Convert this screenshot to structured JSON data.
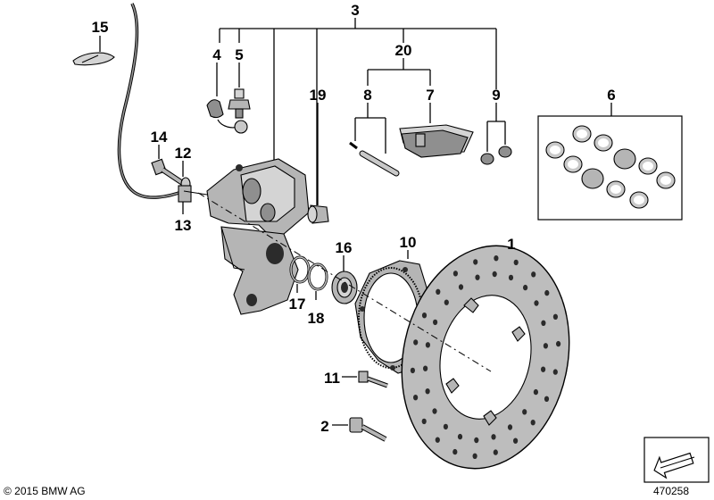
{
  "callouts": {
    "n1": "1",
    "n2": "2",
    "n3": "3",
    "n4": "4",
    "n5": "5",
    "n6": "6",
    "n7": "7",
    "n8": "8",
    "n9": "9",
    "n10": "10",
    "n11": "11",
    "n12": "12",
    "n13": "13",
    "n14": "14",
    "n15": "15",
    "n16": "16",
    "n17": "17",
    "n18": "18",
    "n19": "19",
    "n20": "20"
  },
  "footer": {
    "copyright": "© 2015 BMW AG",
    "diagram_number": "470258"
  },
  "colors": {
    "part_gray": "#b5b5b5",
    "line": "#000000"
  }
}
